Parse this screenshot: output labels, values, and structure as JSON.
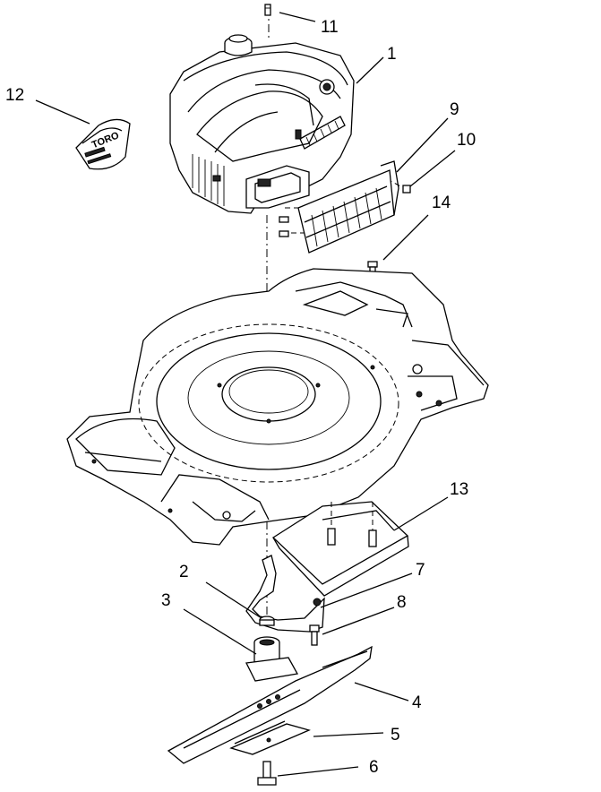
{
  "callouts": [
    {
      "id": "engine",
      "label": "1"
    },
    {
      "id": "blade-adapter-key",
      "label": "2"
    },
    {
      "id": "blade-adapter",
      "label": "3"
    },
    {
      "id": "blade",
      "label": "4"
    },
    {
      "id": "blade-stiffener",
      "label": "5"
    },
    {
      "id": "blade-bolt",
      "label": "6"
    },
    {
      "id": "baffle-bracket",
      "label": "7"
    },
    {
      "id": "bracket-screw",
      "label": "8"
    },
    {
      "id": "muffler-guard",
      "label": "9"
    },
    {
      "id": "guard-screw",
      "label": "10"
    },
    {
      "id": "engine-top-screw",
      "label": "11"
    },
    {
      "id": "decal",
      "label": "12"
    },
    {
      "id": "baffle",
      "label": "13"
    },
    {
      "id": "deck-bolt",
      "label": "14"
    }
  ],
  "decal_text": "TORO",
  "colors": {
    "line": "#000000",
    "background": "#ffffff"
  }
}
